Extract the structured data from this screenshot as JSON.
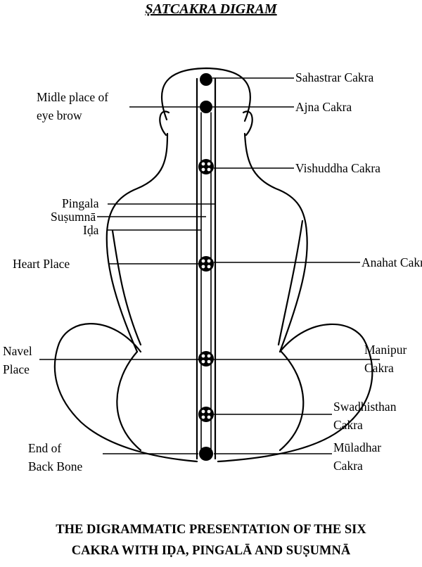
{
  "title": "ṢATCAKRA DIGRAM",
  "labels_right": {
    "sahastrar": "Sahastrar Cakra",
    "ajna": "Ajna Cakra",
    "vishuddha": "Vishuddha Cakra",
    "anahat": "Anahat Cakra",
    "manipur": "Manipur\nCakra",
    "swadhisthan": "Swadhisthan\nCakra",
    "muladhar": "Mūladhar\nCakra"
  },
  "labels_left": {
    "eyebrow": "Midle place of\neye brow",
    "pingala": "Pingala",
    "susumna": "Suṣumnā",
    "ida": "Iḍa",
    "heart": "Heart Place",
    "navel": "Navel\nPlace",
    "backbone": "End of\nBack Bone"
  },
  "caption_line1": "THE DIGRAMMATIC PRESENTATION OF THE SIX",
  "caption_line2": "CAKRA WITH IḌA, PINGALĀ AND SUṢUMNĀ"
}
